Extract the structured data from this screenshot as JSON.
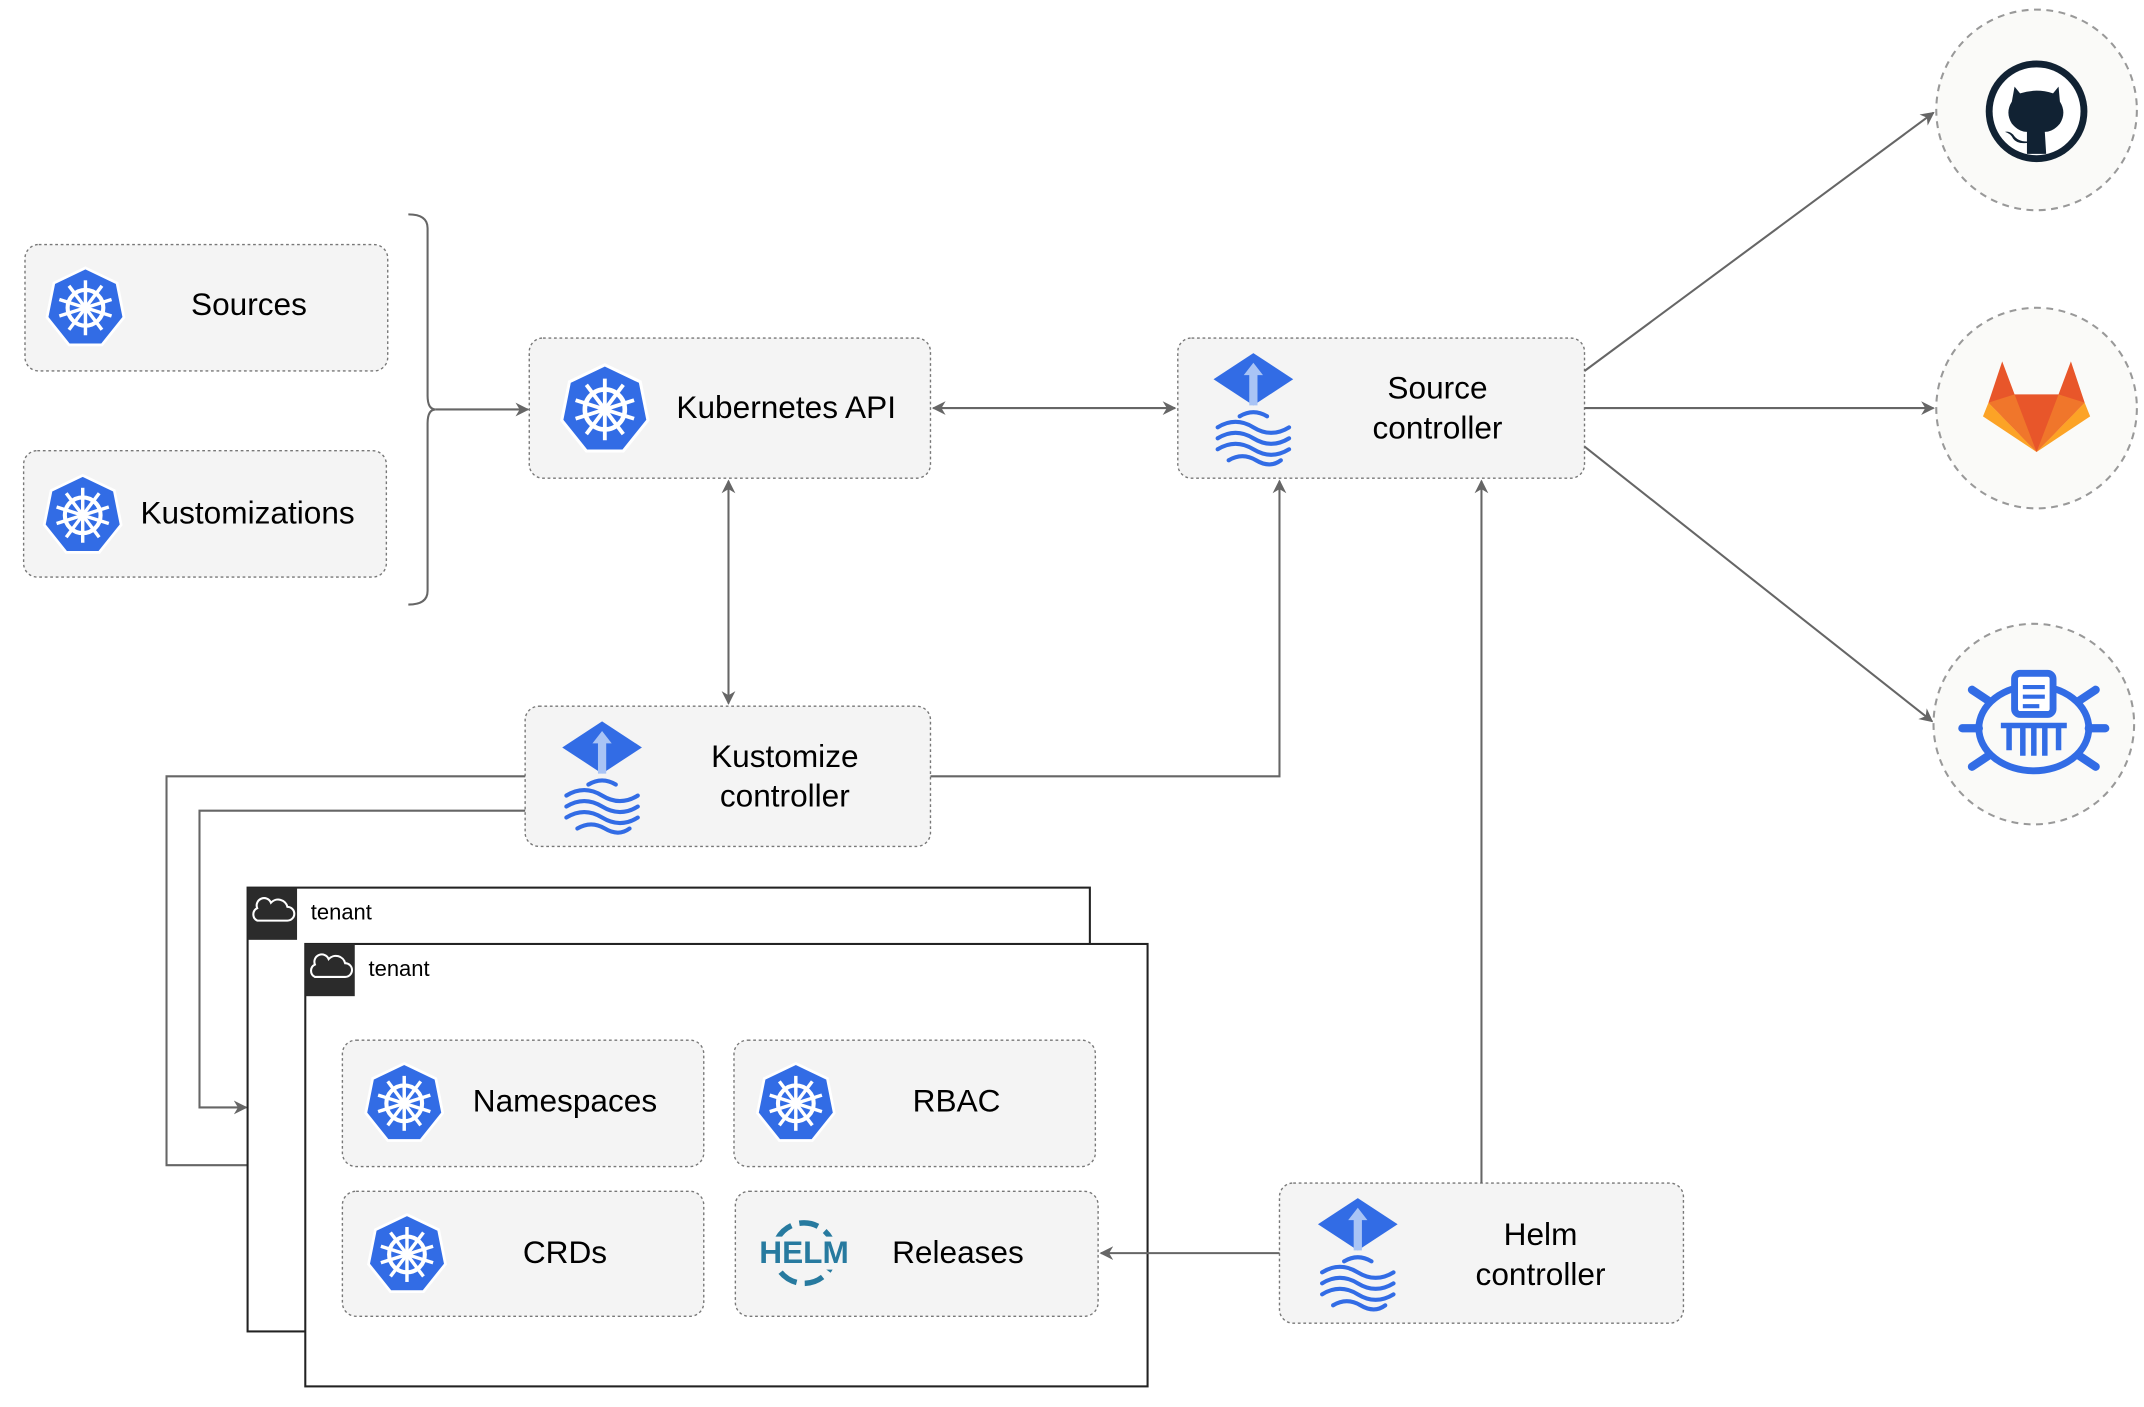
{
  "nodes": {
    "sources": "Sources",
    "kustomizations": "Kustomizations",
    "kubernetes_api": "Kubernetes API",
    "source_controller": [
      "Source",
      "controller"
    ],
    "kustomize_controller": [
      "Kustomize",
      "controller"
    ],
    "helm_controller": [
      "Helm",
      "controller"
    ],
    "namespaces": "Namespaces",
    "rbac": "RBAC",
    "crds": "CRDs",
    "releases": "Releases"
  },
  "tenants": [
    "tenant",
    "tenant"
  ],
  "external_sources": [
    "github-icon",
    "gitlab-icon",
    "helm-repository-icon"
  ],
  "icons": {
    "k8s": "kubernetes-helm-wheel-icon",
    "flux": "flux-icon",
    "helm": "helm-icon",
    "cloud": "cloud-icon"
  },
  "colors": {
    "k8s_blue": "#326ce5",
    "gitlab_orange": "#e8562a",
    "github_dark": "#112233",
    "edge": "#666666"
  }
}
